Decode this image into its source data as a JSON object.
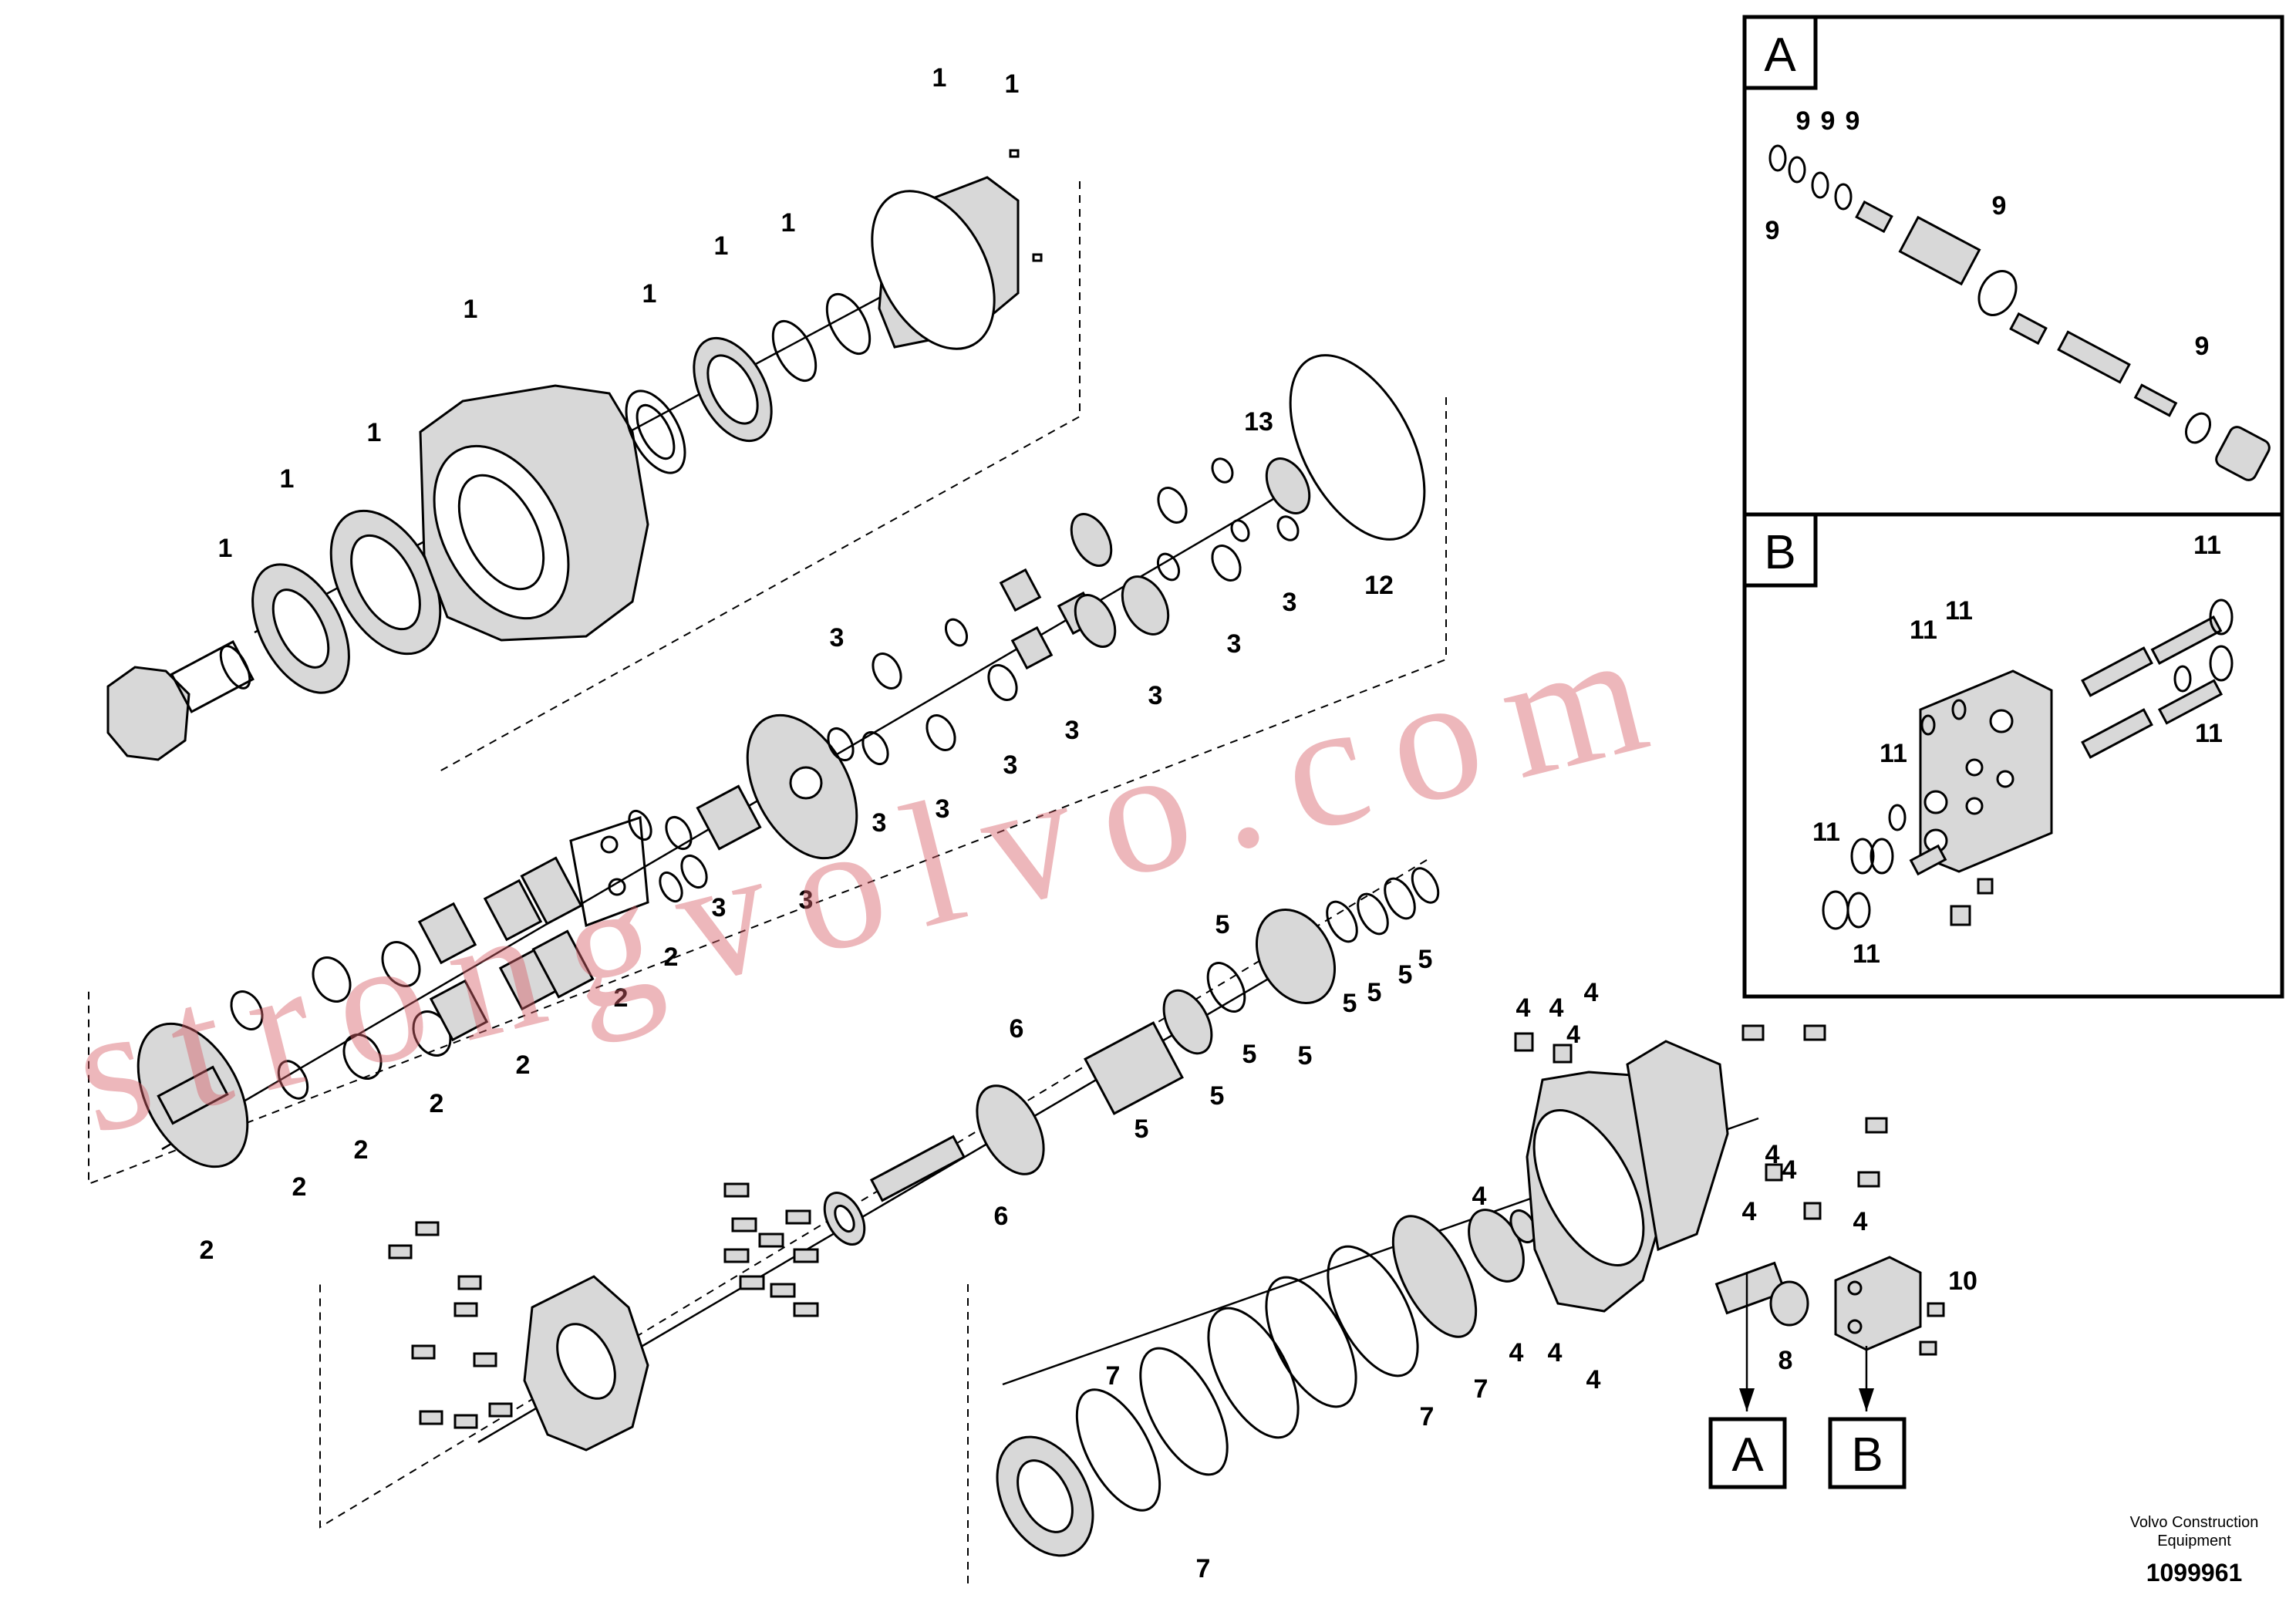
{
  "labels": {
    "l1": "1",
    "l2": "2",
    "l3": "3",
    "l4": "4",
    "l5": "5",
    "l6": "6",
    "l7": "7",
    "l8": "8",
    "l9": "9",
    "l10": "10",
    "l11": "11",
    "l12": "12",
    "l13": "13"
  },
  "detail_boxes": {
    "a": "A",
    "b": "B"
  },
  "callouts": {
    "a": "A",
    "b": "B"
  },
  "watermark": "strongvolvo.com",
  "footer": {
    "company_line1": "Volvo Construction",
    "company_line2": "Equipment",
    "drawing_number": "1099961"
  },
  "colors": {
    "watermark": "#d66069",
    "ink": "#000000"
  }
}
